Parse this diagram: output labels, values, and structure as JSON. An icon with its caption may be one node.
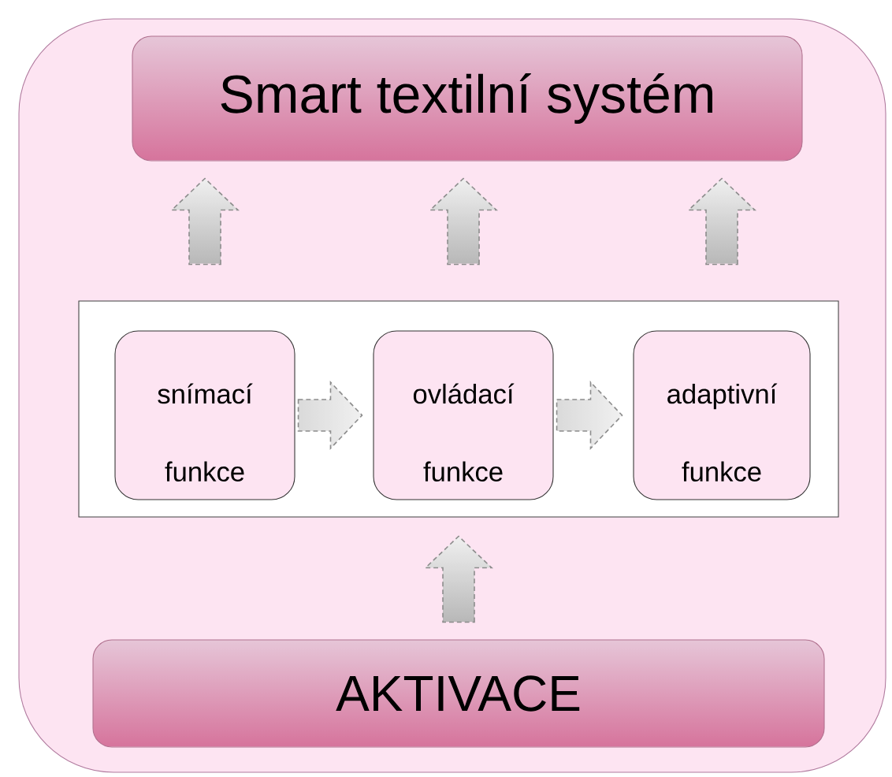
{
  "diagram": {
    "nodes": [
      {
        "text": [],
        "shape": "box"
      },
      {
        "text": [
          "Smart textilní systém"
        ],
        "in": 0
      },
      {
        "text": [],
        "shape": "box",
        "in": 0
      },
      {
        "text": [
          "snímací funkce"
        ],
        "in": 2
      },
      {
        "text": [
          "ovládací funkce"
        ],
        "in": 2
      },
      {
        "text": [
          "adaptivní funkce"
        ],
        "in": 2
      },
      {
        "text": [
          "AKTIVACE"
        ],
        "in": 0
      }
    ],
    "edges": [
      {
        "from": 3,
        "to": 1,
        "arrow": "to",
        "style": "dashed"
      },
      {
        "from": 4,
        "to": 1,
        "arrow": "to",
        "style": "dashed"
      },
      {
        "from": 5,
        "to": 1,
        "arrow": "to",
        "style": "dashed"
      },
      {
        "from": 3,
        "to": 4,
        "arrow": "to",
        "style": "dashed"
      },
      {
        "from": 4,
        "to": 5,
        "arrow": "to",
        "style": "dashed"
      },
      {
        "from": 6,
        "to": 2,
        "arrow": "to",
        "style": "dashed"
      }
    ]
  }
}
